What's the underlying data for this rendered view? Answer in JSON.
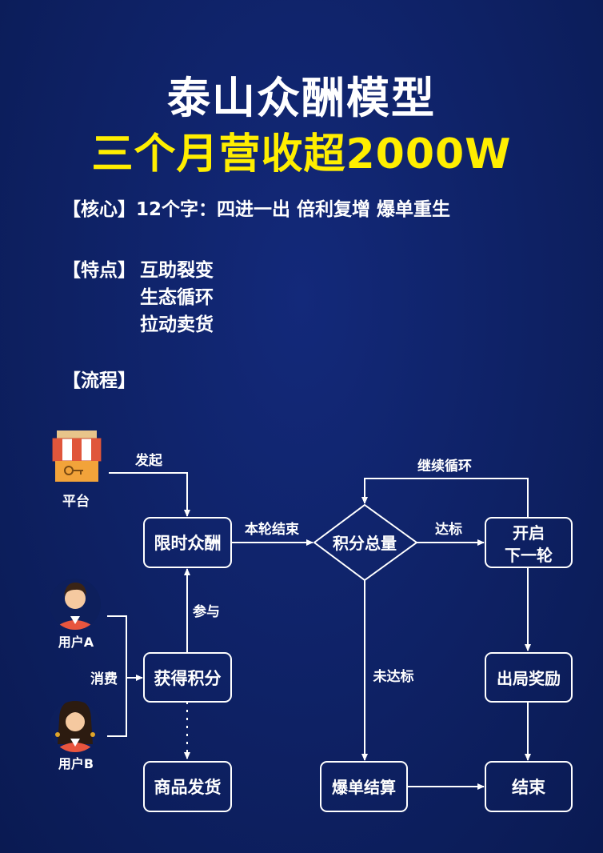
{
  "header": {
    "title": "泰山众酬模型",
    "subtitle": "三个月营收超2000W"
  },
  "info": {
    "core_label": "【核心】",
    "core_text": "12个字：四进一出 倍利复增 爆单重生",
    "features_label": "【特点】",
    "features": [
      "互助裂变",
      "生态循环",
      "拉动卖货"
    ],
    "process_label": "【流程】"
  },
  "flow": {
    "actors": {
      "platform": "平台",
      "user_a": "用户A",
      "user_b": "用户B"
    },
    "nodes": {
      "limited": "限时众酬",
      "points": "积分总量",
      "next_line1": "开启",
      "next_line2": "下一轮",
      "earn": "获得积分",
      "exit": "出局奖励",
      "ship": "商品发货",
      "burst": "爆单结算",
      "end": "结束"
    },
    "edges": {
      "initiate": "发起",
      "round_end": "本轮结束",
      "reach": "达标",
      "continue": "继续循环",
      "participate": "参与",
      "consume": "消费",
      "not_reach": "未达标"
    }
  },
  "colors": {
    "background": "#0d1f5c",
    "title": "#ffffff",
    "subtitle": "#ffee00",
    "stroke": "#ffffff"
  }
}
